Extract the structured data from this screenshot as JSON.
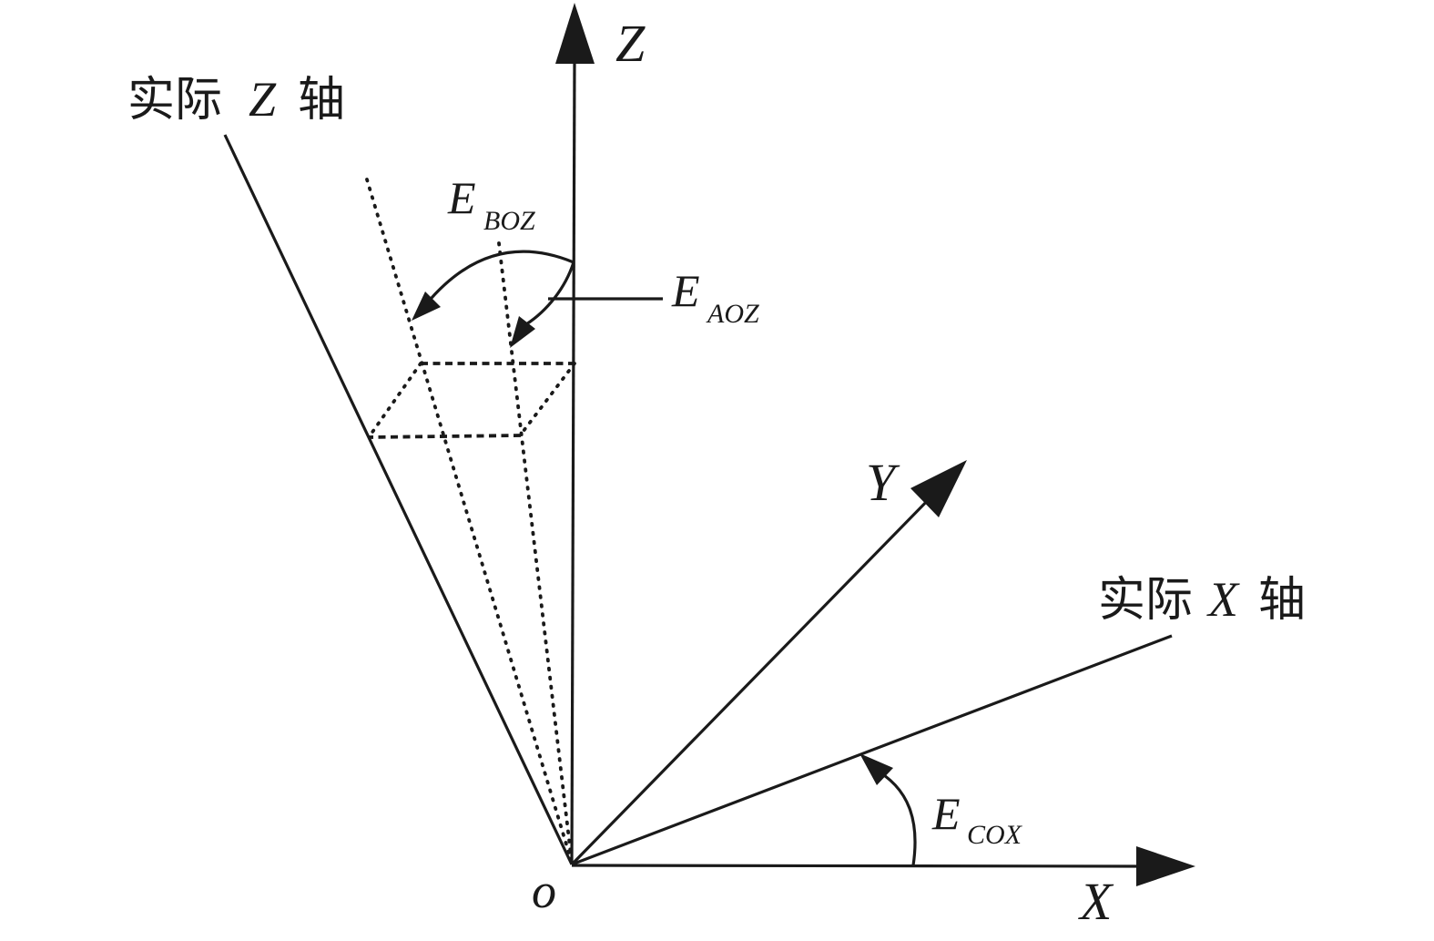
{
  "figure": {
    "ink_color": "#1a1a1a",
    "background_color": "#ffffff"
  },
  "axes": {
    "z": {
      "label": "Z"
    },
    "y": {
      "label": "Y"
    },
    "x": {
      "label": "X"
    },
    "origin": {
      "label": "o"
    },
    "actual_z": {
      "prefix": "实际",
      "axis_letter": "Z",
      "suffix": "轴"
    },
    "actual_x": {
      "prefix": "实际",
      "axis_letter": "X",
      "suffix": "轴"
    }
  },
  "error_labels": {
    "e_boz": {
      "main": "E",
      "sub": "BOZ"
    },
    "e_aoz": {
      "main": "E",
      "sub": "AOZ"
    },
    "e_cox": {
      "main": "E",
      "sub": "COX"
    }
  }
}
